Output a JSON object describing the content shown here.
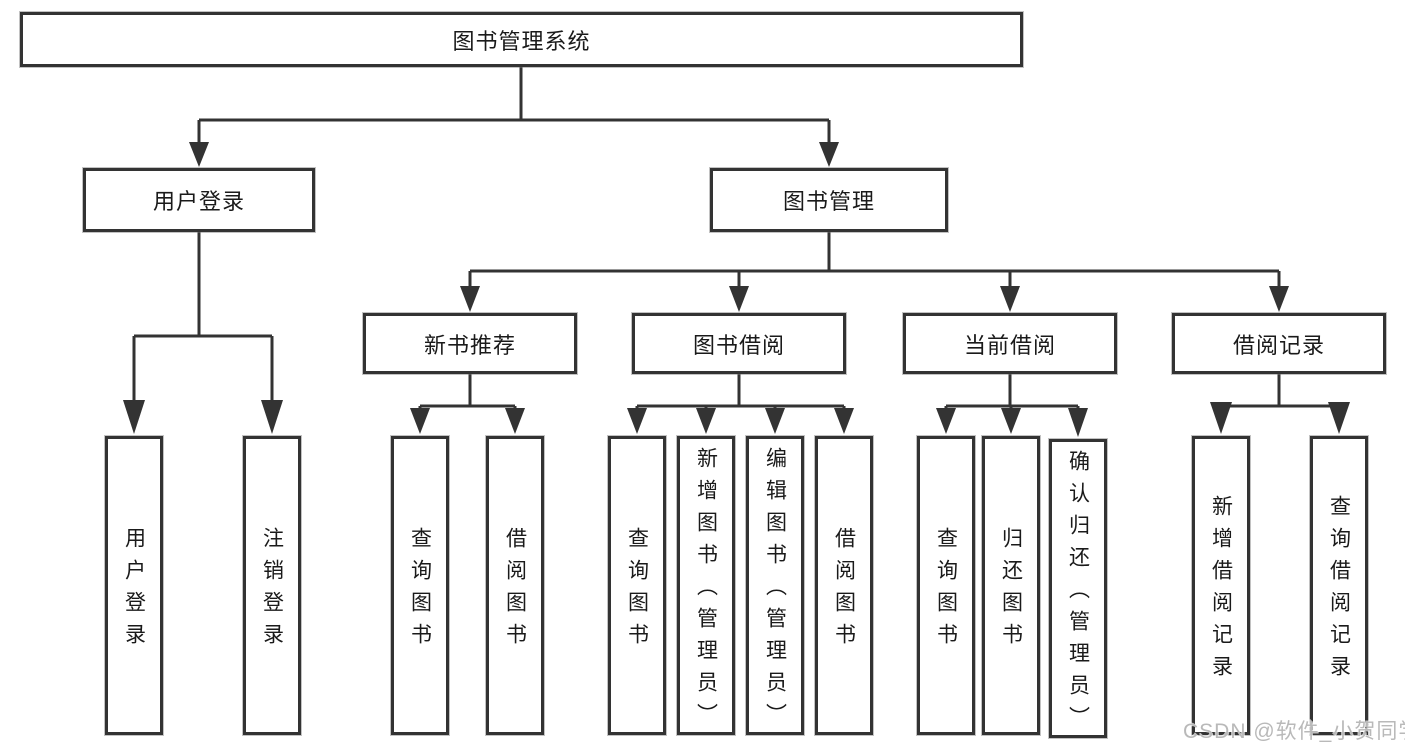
{
  "tree": {
    "root": {
      "label": "图书管理系统",
      "children": [
        {
          "label": "用户登录",
          "children": [
            {
              "label": "用户登录"
            },
            {
              "label": "注销登录"
            }
          ]
        },
        {
          "label": "图书管理",
          "children": [
            {
              "label": "新书推荐",
              "children": [
                {
                  "label": "查询图书"
                },
                {
                  "label": "借阅图书"
                }
              ]
            },
            {
              "label": "图书借阅",
              "children": [
                {
                  "label": "查询图书"
                },
                {
                  "label": "新增图书（管理员）"
                },
                {
                  "label": "编辑图书（管理员）"
                },
                {
                  "label": "借阅图书"
                }
              ]
            },
            {
              "label": "当前借阅",
              "children": [
                {
                  "label": "查询图书"
                },
                {
                  "label": "归还图书"
                },
                {
                  "label": "确认归还（管理员）"
                }
              ]
            },
            {
              "label": "借阅记录",
              "children": [
                {
                  "label": "新增借阅记录"
                },
                {
                  "label": "查询借阅记录"
                }
              ]
            }
          ]
        }
      ]
    }
  },
  "watermark": {
    "text": "CSDN @软件_小贺同学"
  },
  "colors": {
    "line": "#333333",
    "box_border": "#333333",
    "box_fill": "#ffffff",
    "text": "#1a1a1a",
    "watermark": "#b9b9b9"
  }
}
